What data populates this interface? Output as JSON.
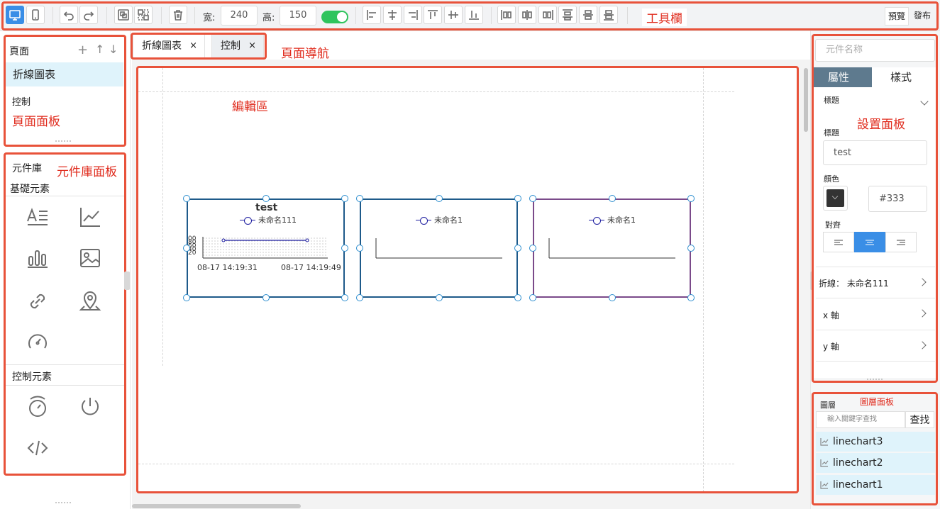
{
  "toolbar": {
    "width_label": "宽:",
    "width_value": "240",
    "height_label": "高:",
    "height_value": "150",
    "preview_label": "預覽",
    "publish_label": "發布",
    "annotation": "工具欄"
  },
  "pages_panel": {
    "title": "頁面",
    "items": [
      "折線圖表",
      "控制"
    ],
    "annotation": "頁面面板"
  },
  "library_panel": {
    "title": "元件庫",
    "annotation": "元件庫面板",
    "basic_section": "基礎元素",
    "control_section": "控制元素",
    "basic_icons": [
      "text-icon",
      "line-chart-icon",
      "bar-chart-icon",
      "image-icon",
      "link-icon",
      "map-pin-icon",
      "gauge-icon"
    ],
    "control_icons": [
      "timer-icon",
      "power-icon",
      "code-icon"
    ]
  },
  "tabs": [
    {
      "label": "折線圖表",
      "close": "×"
    },
    {
      "label": "控制",
      "close": "×"
    }
  ],
  "nav_annotation": "頁面導航",
  "editor_annotation": "編輯區",
  "charts": [
    {
      "title": "test",
      "legend": "未命名111",
      "x_labels": [
        "08-17 14:19:31",
        "08-17 14:19:49"
      ],
      "y_labels": [
        "00",
        "80",
        "60",
        "40",
        "20"
      ]
    },
    {
      "title": "",
      "legend": "未命名1"
    },
    {
      "title": "",
      "legend": "未命名1"
    }
  ],
  "settings_panel": {
    "name_placeholder": "元件名称",
    "tab_props": "屬性",
    "tab_style": "樣式",
    "annotation": "設置面板",
    "group_title": "標題",
    "title_label": "標題",
    "title_value": "test",
    "color_label": "顏色",
    "color_value": "#333",
    "align_label": "對齊",
    "line_row": "折線： 未命名111",
    "x_axis_row": "x 軸",
    "y_axis_row": "y 軸"
  },
  "layers_panel": {
    "title": "圖層",
    "annotation": "圖層面板",
    "search_placeholder": "輸入關鍵字查找",
    "search_button": "查找",
    "items": [
      "linechart3",
      "linechart2",
      "linechart1"
    ]
  },
  "colors": {
    "accent": "#3a8ee6",
    "toggle": "#2fc45d",
    "annotation_red": "#e02c1e",
    "selection_blue": "#1e5a8a",
    "layer_highlight": "#dff3fb"
  }
}
